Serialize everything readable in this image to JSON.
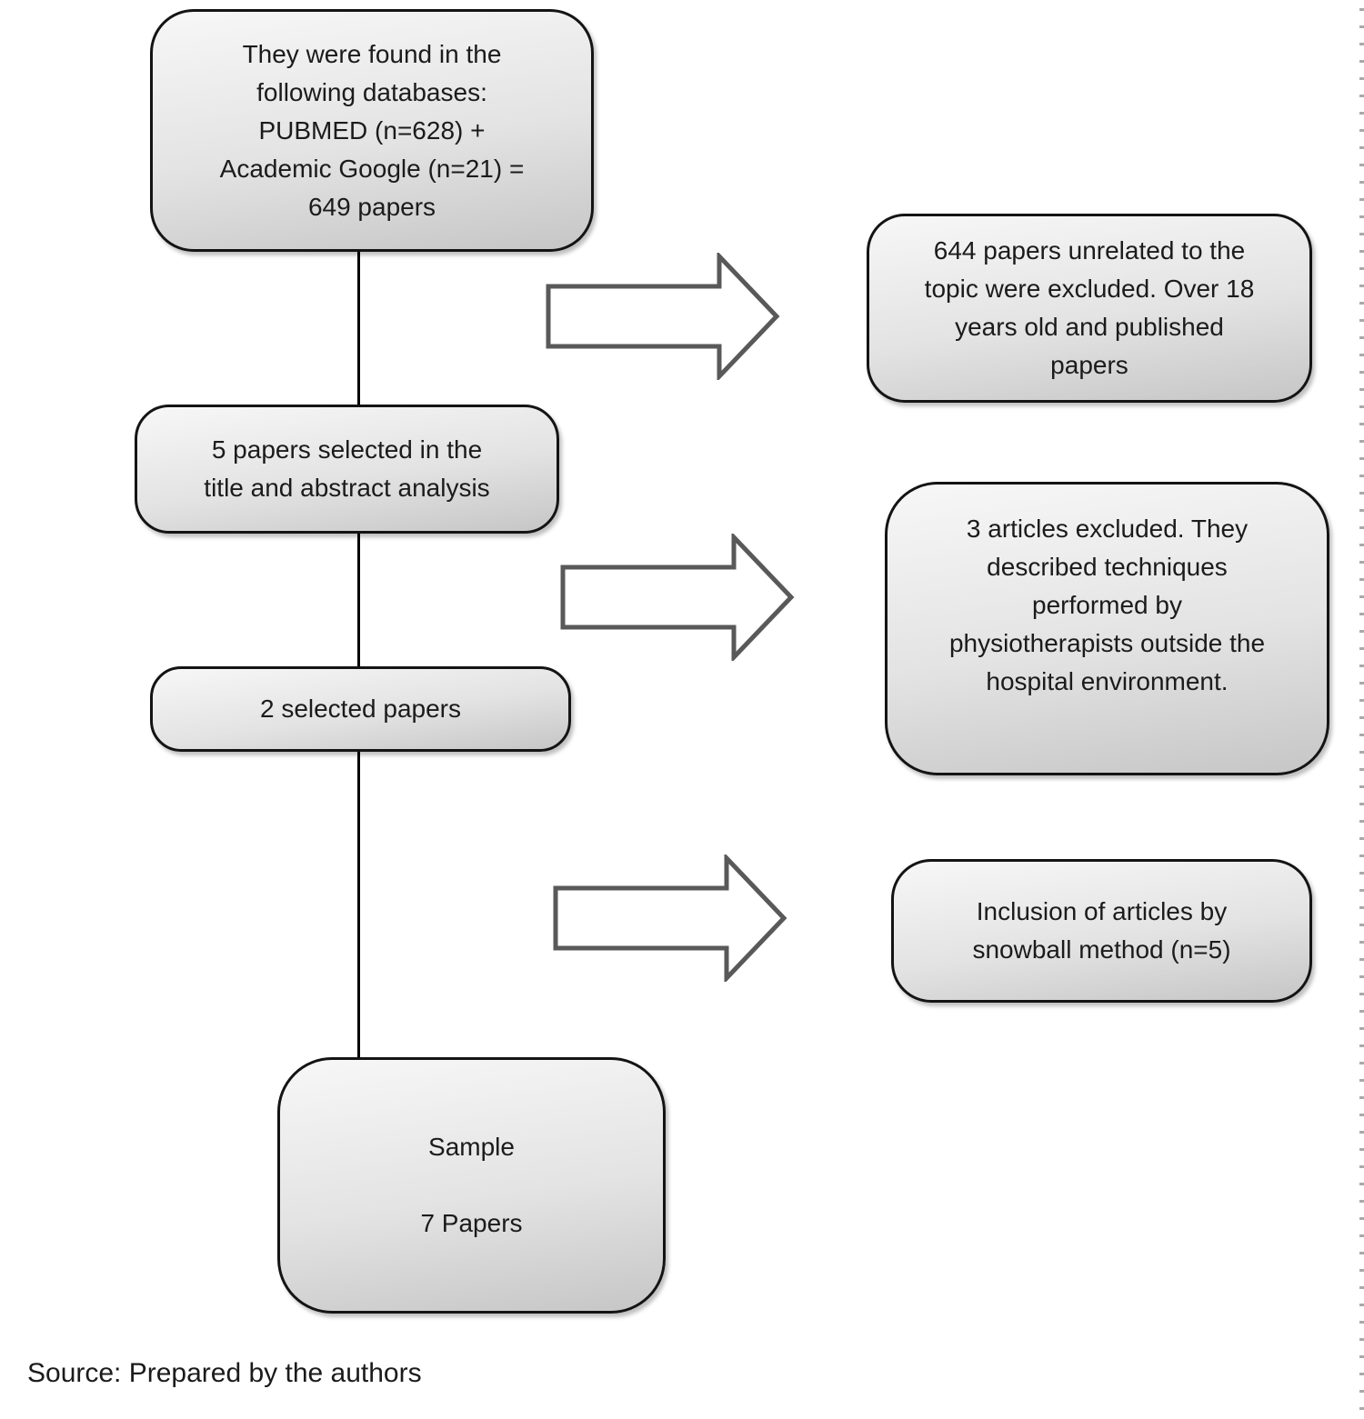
{
  "flow": {
    "node_databases": "They were found in the\nfollowing databases:\nPUBMED (n=628) +\nAcademic Google (n=21) =\n649 papers",
    "node_excluded_unrelated": "644 papers unrelated to the\ntopic were excluded. Over 18\nyears old and published\npapers",
    "node_title_abstract": "5 papers selected in the\ntitle and abstract analysis",
    "node_excluded_outside_hospital": "3 articles excluded. They\ndescribed techniques\nperformed by\nphysiotherapists outside the\nhospital environment.",
    "node_selected": "2 selected papers",
    "node_snowball": "Inclusion of articles by\nsnowball method (n=5)",
    "node_sample": "Sample\n\n7 Papers"
  },
  "footer": {
    "source_note": "Source: Prepared by the authors"
  },
  "colors": {
    "box_border": "#141414",
    "box_fill_top": "#f7f7f7",
    "box_fill_mid": "#e3e3e3",
    "box_fill_bottom": "#c6c6c6",
    "arrow_stroke": "#595959",
    "connector": "#000000",
    "text": "#1b1b1b",
    "edge_dots": "#a9a9a9"
  }
}
